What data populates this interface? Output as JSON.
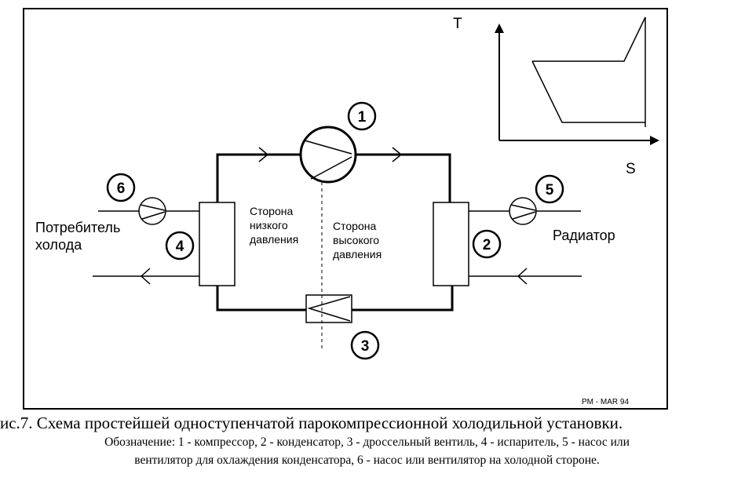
{
  "diagram": {
    "axis_t": "T",
    "axis_s": "S",
    "markers": {
      "compressor": "1",
      "condenser": "2",
      "throttle": "3",
      "evaporator": "4",
      "pump_hot": "5",
      "pump_cold": "6"
    },
    "labels": {
      "consumer_line1": "Потребитель",
      "consumer_line2": "холода",
      "radiator": "Радиатор",
      "low_side_line1": "Сторона",
      "low_side_line2": "низкого",
      "low_side_line3": "давления",
      "high_side_line1": "Сторона",
      "high_side_line2": "высокого",
      "high_side_line3": "давления",
      "stamp": "PM - MAR 94"
    }
  },
  "caption": {
    "title": "ис.7. Схема простейшей  одноступенчатой парокомпрессионной холодильной установки.",
    "legend_line1": "Обозначение: 1 - компрессор, 2 - конденсатор, 3 - дроссельный вентиль, 4 - испаритель, 5 - насос или",
    "legend_line2": "вентилятор для охлаждения конденсатора, 6 - насос или вентилятор на холодной стороне."
  }
}
